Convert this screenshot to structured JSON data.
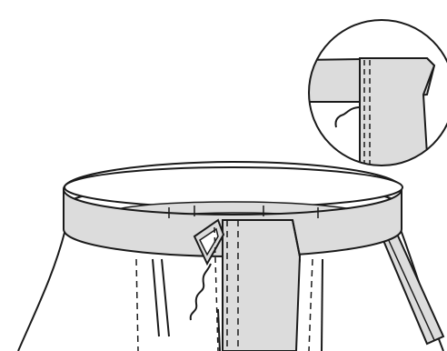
{
  "illustration": {
    "subject": "waistband-attachment",
    "palette": {
      "fabric": "#dcdcdc",
      "fabric_shadow": "#bdbdbd",
      "outline": "#1a1a1a",
      "background": "#ffffff"
    },
    "components": [
      {
        "name": "waistband",
        "icon": "waistband-icon"
      },
      {
        "name": "skirt-body",
        "icon": "skirt-icon"
      },
      {
        "name": "zipper-placket",
        "icon": "zipper-icon"
      },
      {
        "name": "thread-tail",
        "icon": "thread-icon"
      },
      {
        "name": "detail-magnifier",
        "icon": "magnifier-circle-icon"
      }
    ]
  }
}
